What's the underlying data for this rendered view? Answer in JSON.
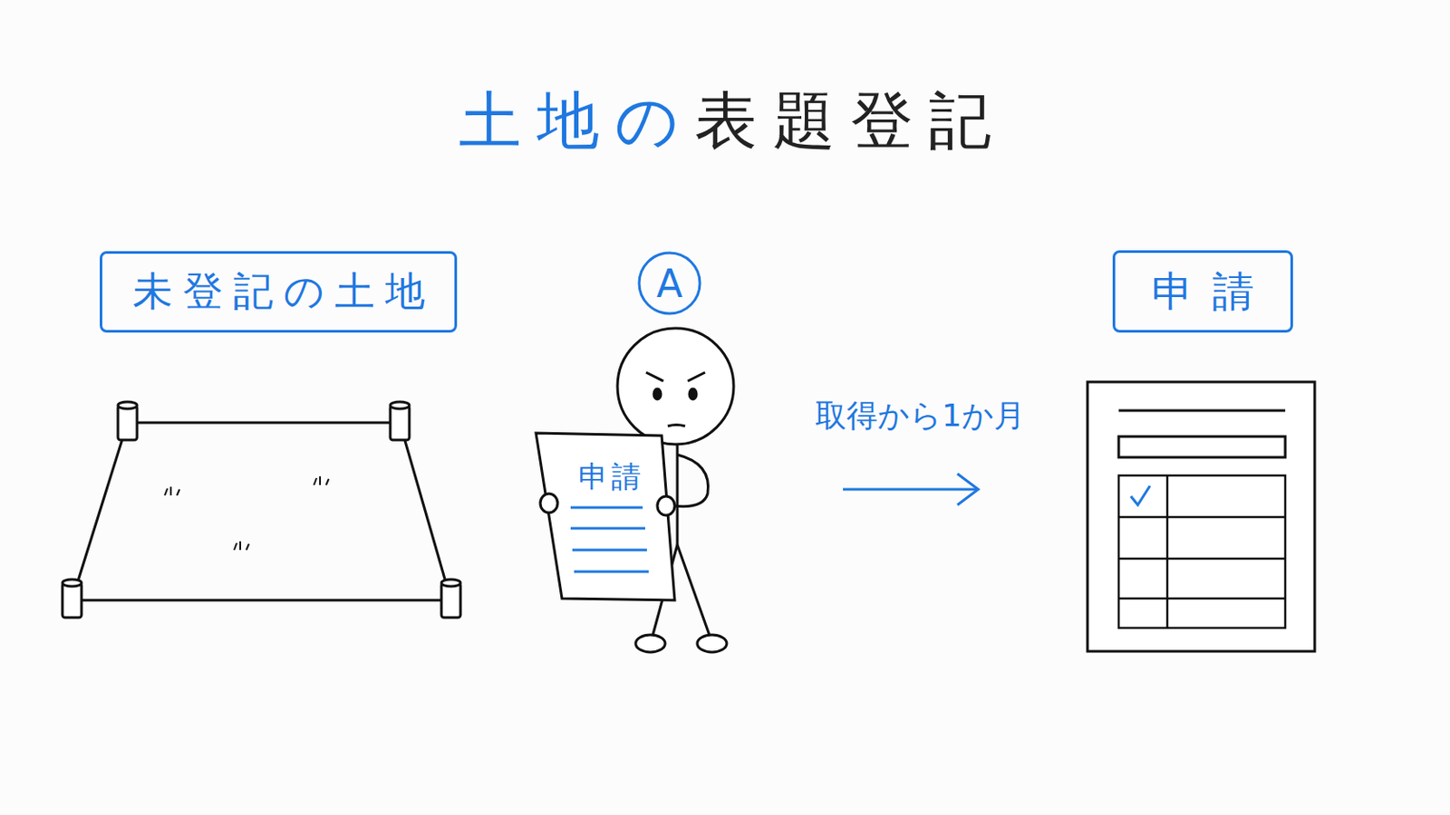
{
  "diagram": {
    "title": "土地の表題登記",
    "nodes": [
      {
        "text": [
          "未登記の土地"
        ]
      },
      {
        "text": [
          "A"
        ]
      },
      {
        "text": [
          "申請"
        ]
      },
      {
        "text": [
          "申請"
        ]
      }
    ],
    "labels": [
      "取得から1か月"
    ]
  }
}
